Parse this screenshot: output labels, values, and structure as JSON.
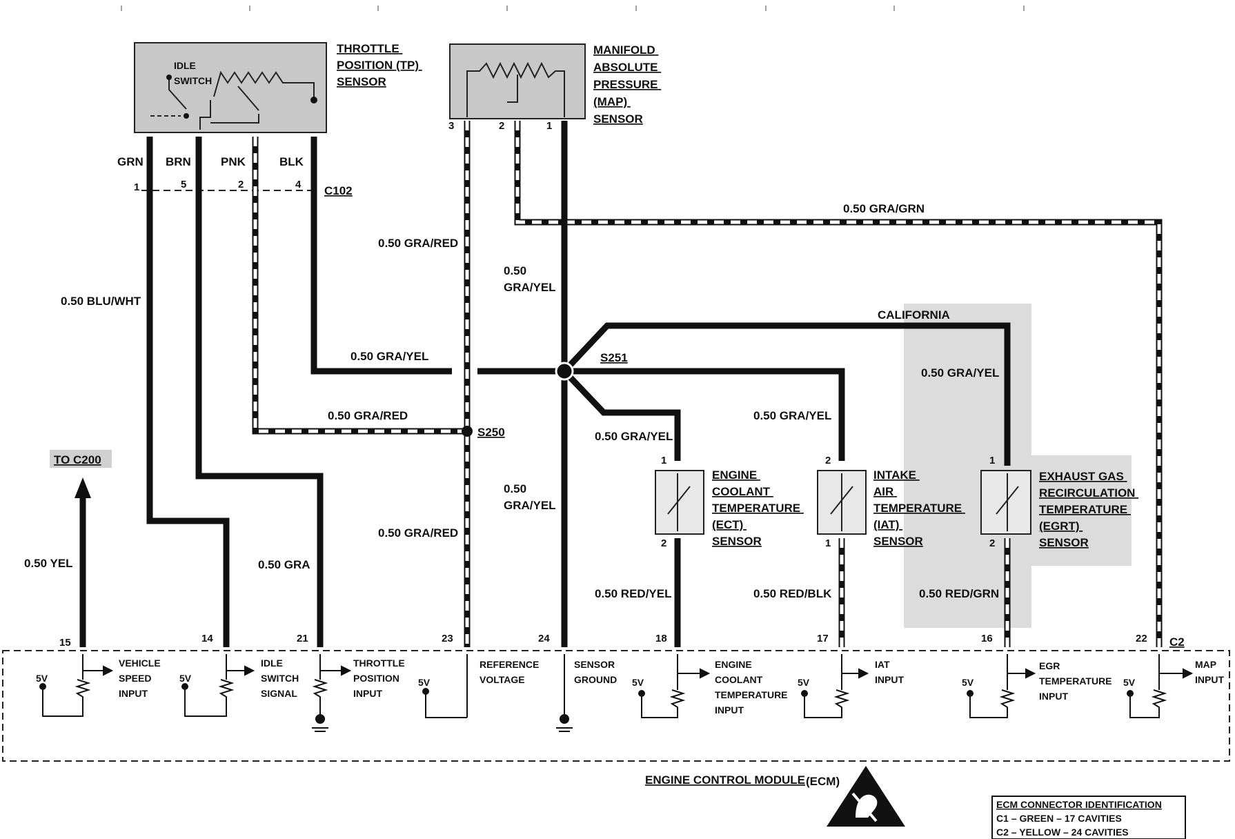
{
  "components": {
    "tp_sensor": [
      "THROTTLE",
      "POSITION (TP)",
      "SENSOR"
    ],
    "tp_idle_switch": [
      "IDLE",
      "SWITCH"
    ],
    "map_sensor": [
      "MANIFOLD",
      "ABSOLUTE",
      "PRESSURE",
      "(MAP)",
      "SENSOR"
    ],
    "ect_sensor": [
      "ENGINE",
      "COOLANT",
      "TEMPERATURE",
      "(ECT)",
      "SENSOR"
    ],
    "iat_sensor": [
      "INTAKE",
      "AIR",
      "TEMPERATURE",
      "(IAT)",
      "SENSOR"
    ],
    "egrt_sensor": [
      "EXHAUST GAS",
      "RECIRCULATION",
      "TEMPERATURE",
      "(EGRT)",
      "SENSOR"
    ],
    "ecm": "ENGINE CONTROL MODULE",
    "ecm_abbr": "(ECM)"
  },
  "tp_wire_colors": [
    "GRN",
    "BRN",
    "PNK",
    "BLK"
  ],
  "c102": {
    "name": "C102",
    "pins": [
      "1",
      "5",
      "2",
      "4"
    ]
  },
  "map_pins": [
    "3",
    "2",
    "1"
  ],
  "wires": {
    "blu_wht": "0.50 BLU/WHT",
    "gra_red_top": "0.50 GRA/RED",
    "gra_yel_map": [
      "0.50",
      "GRA/YEL"
    ],
    "gra_grn": "0.50 GRA/GRN",
    "california": "CALIFORNIA",
    "gra_yel_tp": "0.50 GRA/YEL",
    "gra_yel_egrt": "0.50 GRA/YEL",
    "gra_red_s250": "0.50 GRA/RED",
    "gra_yel_ect": "0.50 GRA/YEL",
    "gra_yel_iat": "0.50 GRA/YEL",
    "gra_yel_lower": [
      "0.50",
      "GRA/YEL"
    ],
    "gra_red_lower": "0.50 GRA/RED",
    "yel": "0.50 YEL",
    "gra": "0.50 GRA",
    "red_yel": "0.50 RED/YEL",
    "red_blk": "0.50 RED/BLK",
    "red_grn": "0.50 RED/GRN"
  },
  "splices": {
    "s250": "S250",
    "s251": "S251"
  },
  "to_c200": "TO C200",
  "sensor_pins": {
    "ect": [
      "1",
      "2"
    ],
    "iat": [
      "2",
      "1"
    ],
    "egrt": [
      "1",
      "2"
    ]
  },
  "ecm_pins": [
    "15",
    "14",
    "21",
    "23",
    "24",
    "18",
    "17",
    "16",
    "22"
  ],
  "c2": "C2",
  "ecm_inputs": {
    "vss": [
      "VEHICLE",
      "SPEED",
      "INPUT"
    ],
    "idle": [
      "IDLE",
      "SWITCH",
      "SIGNAL"
    ],
    "tps": [
      "THROTTLE",
      "POSITION",
      "INPUT"
    ],
    "ref": [
      "REFERENCE",
      "VOLTAGE"
    ],
    "gnd": [
      "SENSOR",
      "GROUND"
    ],
    "ect": [
      "ENGINE",
      "COOLANT",
      "TEMPERATURE",
      "INPUT"
    ],
    "iat": [
      "IAT",
      "INPUT"
    ],
    "egr": [
      "EGR",
      "TEMPERATURE",
      "INPUT"
    ],
    "map": [
      "MAP",
      "INPUT"
    ]
  },
  "five_v": "5V",
  "legend": [
    "ECM CONNECTOR IDENTIFICATION",
    "C1 – GREEN – 17 CAVITIES",
    "C2 – YELLOW – 24 CAVITIES"
  ],
  "icons": {
    "esd_warning": "esd-warning-icon",
    "ground": "ground-icon",
    "arrow": "arrow-up-icon"
  }
}
